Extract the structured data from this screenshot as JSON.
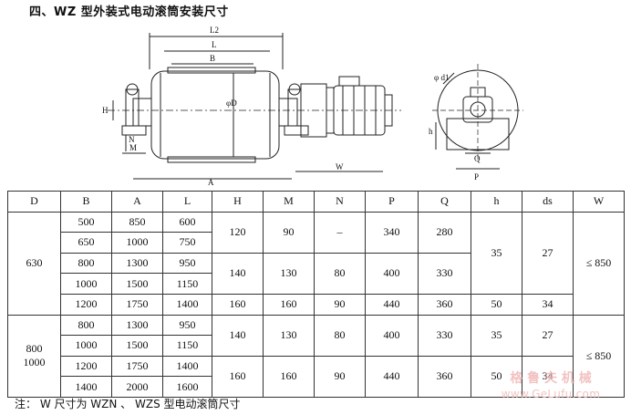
{
  "title": "四、WZ 型外装式电动滚筒安装尺寸",
  "drawing": {
    "dim_labels": {
      "L2": "L2",
      "L": "L",
      "B": "B",
      "phiD": "φD",
      "H": "H",
      "N": "N",
      "M": "M",
      "A": "A",
      "W": "W",
      "phid1": "φ d1",
      "h": "h",
      "Q": "Q",
      "P": "P"
    }
  },
  "table": {
    "headers": [
      "D",
      "B",
      "A",
      "L",
      "H",
      "M",
      "N",
      "P",
      "Q",
      "h",
      "ds",
      "W"
    ],
    "group1": {
      "D": "630",
      "rows": [
        {
          "B": "500",
          "A": "850",
          "L": "600"
        },
        {
          "B": "650",
          "A": "1000",
          "L": "750"
        },
        {
          "B": "800",
          "A": "1300",
          "L": "950"
        },
        {
          "B": "1000",
          "A": "1500",
          "L": "1150"
        },
        {
          "B": "1200",
          "A": "1750",
          "L": "1400"
        }
      ],
      "blocks": [
        {
          "H": "120",
          "M": "90",
          "N": "–",
          "P": "340",
          "Q": "280"
        },
        {
          "H": "140",
          "M": "130",
          "N": "80",
          "P": "400",
          "Q": "330"
        },
        {
          "H": "160",
          "M": "160",
          "N": "90",
          "P": "440",
          "Q": "360"
        }
      ],
      "h_a": "35",
      "ds_a": "27",
      "h_b": "50",
      "ds_b": "34",
      "W": "≤ 850"
    },
    "group2": {
      "D": "800\n1000",
      "rows": [
        {
          "B": "800",
          "A": "1300",
          "L": "950"
        },
        {
          "B": "1000",
          "A": "1500",
          "L": "1150"
        },
        {
          "B": "1200",
          "A": "1750",
          "L": "1400"
        },
        {
          "B": "1400",
          "A": "2000",
          "L": "1600"
        }
      ],
      "blocks": [
        {
          "H": "140",
          "M": "130",
          "N": "80",
          "P": "400",
          "Q": "330"
        },
        {
          "H": "160",
          "M": "160",
          "N": "90",
          "P": "440",
          "Q": "360"
        }
      ],
      "h_a": "35",
      "ds_a": "27",
      "h_b": "50",
      "ds_b": "34",
      "W": "≤ 850"
    }
  },
  "note": "注： W 尺寸为 WZN 、 WZS 型电动滚筒尺寸",
  "watermark": {
    "line1": "格 鲁 夫 机 械",
    "line2": "www.GeLufu.com"
  }
}
